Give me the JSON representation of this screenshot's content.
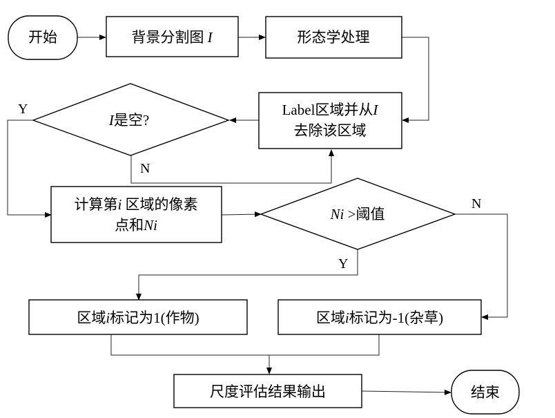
{
  "nodes": {
    "start": "开始",
    "bg_seg": {
      "text": "背景分割图 ",
      "var": "I"
    },
    "morph": "形态学处理",
    "label_line1": {
      "text": "Label区域并从",
      "var": "I"
    },
    "label_line2": "去除该区域",
    "is_empty": {
      "var": "I",
      "text": "是空?"
    },
    "compute_line1": {
      "text": "计算第",
      "var": "i",
      "text2": " 区域的像素"
    },
    "compute_line2": {
      "text": "点和",
      "var": "Ni"
    },
    "threshold": {
      "var": "Ni",
      "text": " >阈值"
    },
    "crop": {
      "text": "区域",
      "var": "i",
      "text2": "标记为1(作物)"
    },
    "weed": {
      "text": "区域",
      "var": "i",
      "text2": "标记为-1(杂草)"
    },
    "output": "尺度评估结果输出",
    "end": "结束"
  },
  "edge_labels": {
    "empty_yes": "Y",
    "empty_no": "N",
    "threshold_no": "N",
    "threshold_yes": "Y"
  }
}
